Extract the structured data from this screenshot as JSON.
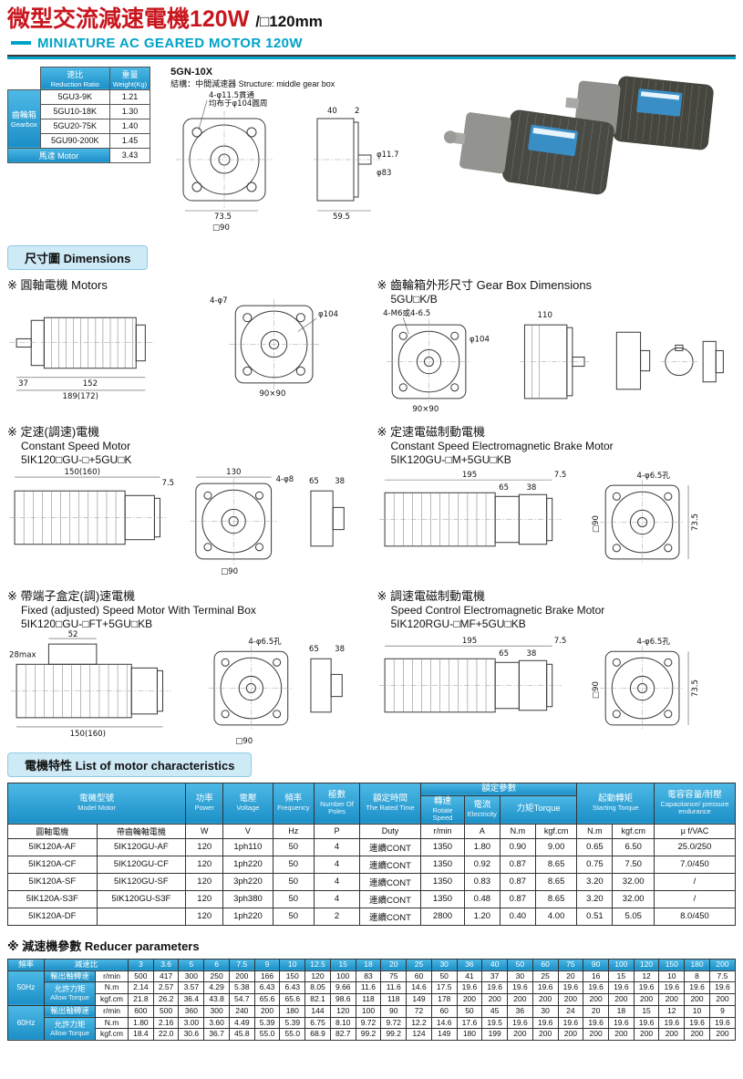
{
  "colors": {
    "title_red": "#c8161e",
    "accent_cyan": "#00a3c8",
    "header_blue_top": "#4db9e6",
    "header_blue_bottom": "#1b8fc7",
    "pill_bg": "#cfeaf7",
    "pill_border": "#8ecbe4"
  },
  "header": {
    "title_zh": "微型交流減速電機120W",
    "title_suffix": "/□120mm",
    "subtitle": "MINIATURE AC GEARED MOTOR 120W"
  },
  "sections": {
    "dimensions": "尺寸圖 Dimensions",
    "characteristics": "電機特性 List of motor characteristics"
  },
  "spec_table": {
    "headers": {
      "ratio": "速比",
      "ratio_en": "Reduction Ratio",
      "weight": "重量",
      "weight_en": "Weight(Kg)"
    },
    "gearbox_label": "齒輪箱",
    "gearbox_label_en": "Gearbox",
    "motor_label": "馬達 Motor",
    "rows": [
      {
        "ratio": "5GU3-9K",
        "weight": "1.21"
      },
      {
        "ratio": "5GU10-18K",
        "weight": "1.30"
      },
      {
        "ratio": "5GU20-75K",
        "weight": "1.40"
      },
      {
        "ratio": "5GU90-200K",
        "weight": "1.45"
      }
    ],
    "motor_weight": "3.43"
  },
  "gn_drawing": {
    "model": "5GN-10X",
    "structure": "結構：中間減速器 Structure: middle gear box",
    "labels": [
      "4-φ11.5貫通",
      "均布于φ104圓周",
      "φ11.7",
      "φ83",
      "73.5",
      "□90",
      "40",
      "2",
      "59.5"
    ]
  },
  "drawings": {
    "motors": {
      "heading": [
        "※ 圓軸電機 Motors"
      ],
      "labels": [
        "37",
        "152",
        "189(172)",
        "φ104",
        "90×90",
        "4-φ7"
      ]
    },
    "gearbox": {
      "heading": [
        "※ 齒輪箱外形尺寸 Gear Box Dimensions",
        "5GU□K/B"
      ],
      "labels": [
        "4-M6或4-6.5",
        "φ104",
        "90×90",
        "110"
      ]
    },
    "constant": {
      "heading": [
        "※ 定速(調速)電機",
        "Constant Speed Motor",
        "5IK120□GU-□+5GU□K"
      ],
      "labels": [
        "150(160)",
        "130",
        "4-φ8",
        "□90",
        "65",
        "38",
        "7.5"
      ]
    },
    "brake": {
      "heading": [
        "※ 定速電磁制動電機",
        "Constant Speed Electromagnetic Brake Motor",
        "5IK120GU-□M+5GU□KB"
      ],
      "labels": [
        "195",
        "7.5",
        "65",
        "38",
        "4-φ6.5孔",
        "□90",
        "73.5"
      ]
    },
    "terminal": {
      "heading": [
        "※ 帶端子盒定(調)速電機",
        "Fixed (adjusted) Speed Motor With Terminal Box",
        "5IK120□GU-□FT+5GU□KB"
      ],
      "labels": [
        "52",
        "28max",
        "150(160)",
        "4-φ6.5孔",
        "□90",
        "65",
        "38"
      ]
    },
    "speedctrl": {
      "heading": [
        "※ 調速電磁制動電機",
        "Speed Control Electromagnetic Brake Motor",
        "5IK120RGU-□MF+5GU□KB"
      ],
      "labels": [
        "195",
        "7.5",
        "65",
        "38",
        "4-φ6.5孔",
        "□90",
        "73.5"
      ]
    }
  },
  "characteristics": {
    "headers": {
      "model": "電機型號",
      "model_en": "Model Motor",
      "power": "功率",
      "power_en": "Power",
      "voltage": "電壓",
      "voltage_en": "Voltage",
      "frequency": "頻率",
      "frequency_en": "Frequency",
      "poles": "極數",
      "poles_en": "Number Of Poles",
      "rated_time": "額定時間",
      "rated_time_en": "The Rated Time",
      "rated_params": "額定參數",
      "speed": "轉速",
      "speed_en": "Rotate Speed",
      "current": "電流",
      "current_en": "Electricity",
      "torque": "力矩Torque",
      "starting_torque": "起動轉矩",
      "starting_torque_en": "Starting Torque",
      "capacitance": "電容容量/耐壓",
      "capacitance_en": "Capacitance/ pressure endurance"
    },
    "units": [
      "圓軸電機",
      "帶齒輪軸電機",
      "W",
      "V",
      "Hz",
      "P",
      "Duty",
      "r/min",
      "A",
      "N.m",
      "kgf.cm",
      "N.m",
      "kgf.cm",
      "μ f/VAC"
    ],
    "rows": [
      [
        "5IK120A-AF",
        "5IK120GU-AF",
        "120",
        "1ph110",
        "50",
        "4",
        "連續CONT",
        "1350",
        "1.80",
        "0.90",
        "9.00",
        "0.65",
        "6.50",
        "25.0/250"
      ],
      [
        "5IK120A-CF",
        "5IK120GU-CF",
        "120",
        "1ph220",
        "50",
        "4",
        "連續CONT",
        "1350",
        "0.92",
        "0.87",
        "8.65",
        "0.75",
        "7.50",
        "7.0/450"
      ],
      [
        "5IK120A-SF",
        "5IK120GU-SF",
        "120",
        "3ph220",
        "50",
        "4",
        "連續CONT",
        "1350",
        "0.83",
        "0.87",
        "8.65",
        "3.20",
        "32.00",
        "/"
      ],
      [
        "5IK120A-S3F",
        "5IK120GU-S3F",
        "120",
        "3ph380",
        "50",
        "4",
        "連續CONT",
        "1350",
        "0.48",
        "0.87",
        "8.65",
        "3.20",
        "32.00",
        "/"
      ],
      [
        "5IK120A-DF",
        "",
        "120",
        "1ph220",
        "50",
        "2",
        "連續CONT",
        "2800",
        "1.20",
        "0.40",
        "4.00",
        "0.51",
        "5.05",
        "8.0/450"
      ]
    ]
  },
  "reducer": {
    "section_title": "※ 減速機參數 Reducer parameters",
    "freq_header": "頻率",
    "ratio_header": "減速比",
    "hz50_label": "50Hz",
    "hz60_label": "60Hz",
    "speed_label": "輸出軸轉速",
    "torque_label": "允許力矩",
    "torque_label_en": "Allow Torque",
    "unit_rpm": "r/min",
    "unit_nm": "N.m",
    "unit_kgfcm": "kgf.cm",
    "ratios": [
      "3",
      "3.6",
      "5",
      "6",
      "7.5",
      "9",
      "10",
      "12.5",
      "15",
      "18",
      "20",
      "25",
      "30",
      "36",
      "40",
      "50",
      "60",
      "75",
      "90",
      "100",
      "120",
      "150",
      "180",
      "200"
    ],
    "hz50": {
      "rpm": [
        "500",
        "417",
        "300",
        "250",
        "200",
        "166",
        "150",
        "120",
        "100",
        "83",
        "75",
        "60",
        "50",
        "41",
        "37",
        "30",
        "25",
        "20",
        "16",
        "15",
        "12",
        "10",
        "8",
        "7.5"
      ],
      "nm": [
        "2.14",
        "2.57",
        "3.57",
        "4.29",
        "5.38",
        "6.43",
        "6.43",
        "8.05",
        "9.66",
        "11.6",
        "11.6",
        "14.6",
        "17.5",
        "19.6",
        "19.6",
        "19.6",
        "19.6",
        "19.6",
        "19.6",
        "19.6",
        "19.6",
        "19.6",
        "19.6",
        "19.6"
      ],
      "kgfcm": [
        "21.8",
        "26.2",
        "36.4",
        "43.8",
        "54.7",
        "65.6",
        "65.6",
        "82.1",
        "98.6",
        "118",
        "118",
        "149",
        "178",
        "200",
        "200",
        "200",
        "200",
        "200",
        "200",
        "200",
        "200",
        "200",
        "200",
        "200"
      ]
    },
    "hz60": {
      "rpm": [
        "600",
        "500",
        "360",
        "300",
        "240",
        "200",
        "180",
        "144",
        "120",
        "100",
        "90",
        "72",
        "60",
        "50",
        "45",
        "36",
        "30",
        "24",
        "20",
        "18",
        "15",
        "12",
        "10",
        "9"
      ],
      "nm": [
        "1.80",
        "2.16",
        "3.00",
        "3.60",
        "4.49",
        "5.39",
        "5.39",
        "6.75",
        "8.10",
        "9.72",
        "9.72",
        "12.2",
        "14.6",
        "17.6",
        "19.5",
        "19.6",
        "19.6",
        "19.6",
        "19.6",
        "19.6",
        "19.6",
        "19.6",
        "19.6",
        "19.6"
      ],
      "kgfcm": [
        "18.4",
        "22.0",
        "30.6",
        "36.7",
        "45.8",
        "55.0",
        "55.0",
        "68.9",
        "82.7",
        "99.2",
        "99.2",
        "124",
        "149",
        "180",
        "199",
        "200",
        "200",
        "200",
        "200",
        "200",
        "200",
        "200",
        "200",
        "200"
      ]
    }
  }
}
